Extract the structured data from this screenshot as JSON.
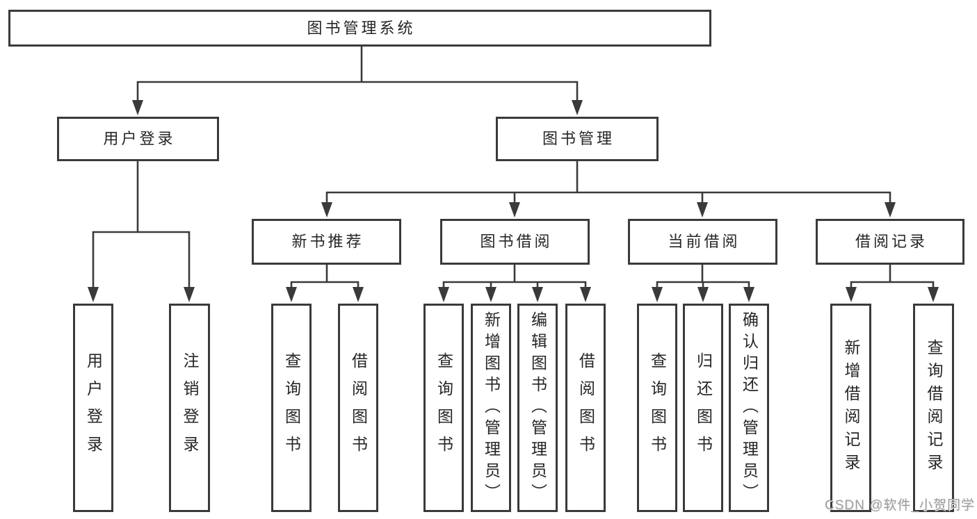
{
  "diagram": {
    "title": "图书管理系统",
    "type": "hierarchy-tree",
    "colors": {
      "background": "#ffffff",
      "line": "#3a3a3a",
      "box_border": "#3a3a3a",
      "text": "#262626",
      "watermark_text_color": "#9e9e9e"
    }
  },
  "watermark": {
    "text": "CSDN @软件_小贺同学"
  },
  "nodes": [
    {
      "id": "root",
      "label": "图书管理系统",
      "level": 1
    },
    {
      "id": "user-login",
      "label": "用户登录",
      "level": 2
    },
    {
      "id": "book-management",
      "label": "图书管理",
      "level": 2
    },
    {
      "id": "new-book-recommendation",
      "label": "新书推荐",
      "level": 3
    },
    {
      "id": "book-borrowing",
      "label": "图书借阅",
      "level": 3
    },
    {
      "id": "current-borrowing",
      "label": "当前借阅",
      "level": 3
    },
    {
      "id": "borrowing-records",
      "label": "借阅记录",
      "level": 3
    },
    {
      "id": "leaf-user-login",
      "label": "用户登录",
      "level": 4
    },
    {
      "id": "leaf-logout",
      "label": "注销登录",
      "level": 4
    },
    {
      "id": "leaf-query-books-rec",
      "label": "查询图书",
      "level": 4
    },
    {
      "id": "leaf-borrow-books-rec",
      "label": "借阅图书",
      "level": 4
    },
    {
      "id": "leaf-query-books-borrow",
      "label": "查询图书",
      "level": 4
    },
    {
      "id": "leaf-add-books-admin",
      "label": "新增图书（管理员）",
      "level": 4
    },
    {
      "id": "leaf-edit-books-admin",
      "label": "编辑图书（管理员）",
      "level": 4
    },
    {
      "id": "leaf-borrow-books",
      "label": "借阅图书",
      "level": 4
    },
    {
      "id": "leaf-query-books-current",
      "label": "查询图书",
      "level": 4
    },
    {
      "id": "leaf-return-books",
      "label": "归还图书",
      "level": 4
    },
    {
      "id": "leaf-confirm-return-admin",
      "label": "确认归还（管理员）",
      "level": 4
    },
    {
      "id": "leaf-add-borrow-record",
      "label": "新增借阅记录",
      "level": 4
    },
    {
      "id": "leaf-query-borrow-record",
      "label": "查询借阅记录",
      "level": 4
    }
  ],
  "edges": [
    {
      "from": "root",
      "to": [
        "user-login",
        "book-management"
      ]
    },
    {
      "from": "user-login",
      "to": [
        "leaf-user-login",
        "leaf-logout"
      ]
    },
    {
      "from": "book-management",
      "to": [
        "new-book-recommendation",
        "book-borrowing",
        "current-borrowing",
        "borrowing-records"
      ]
    },
    {
      "from": "new-book-recommendation",
      "to": [
        "leaf-query-books-rec",
        "leaf-borrow-books-rec"
      ]
    },
    {
      "from": "book-borrowing",
      "to": [
        "leaf-query-books-borrow",
        "leaf-add-books-admin",
        "leaf-edit-books-admin",
        "leaf-borrow-books"
      ]
    },
    {
      "from": "current-borrowing",
      "to": [
        "leaf-query-books-current",
        "leaf-return-books",
        "leaf-confirm-return-admin"
      ]
    },
    {
      "from": "borrowing-records",
      "to": [
        "leaf-add-borrow-record",
        "leaf-query-borrow-record"
      ]
    }
  ]
}
